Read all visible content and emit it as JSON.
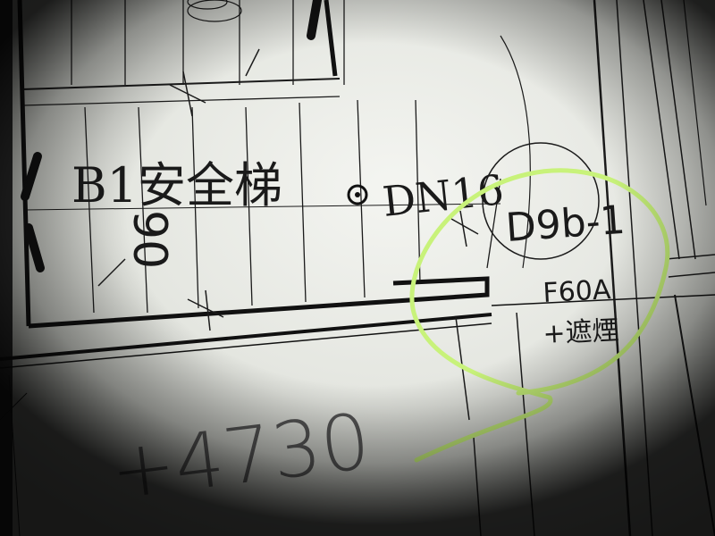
{
  "drawing": {
    "stair_label": "B1安全梯",
    "stair_dimension": "90",
    "pipe_label": "DN16",
    "door_tag": "D9b-1",
    "door_rating": "F60A",
    "door_note": "+遮煙",
    "level_mark": "+4730"
  },
  "colors": {
    "paper": "#e6e8e3",
    "line": "#1b1b1b",
    "highlight": "#c8f27a"
  }
}
